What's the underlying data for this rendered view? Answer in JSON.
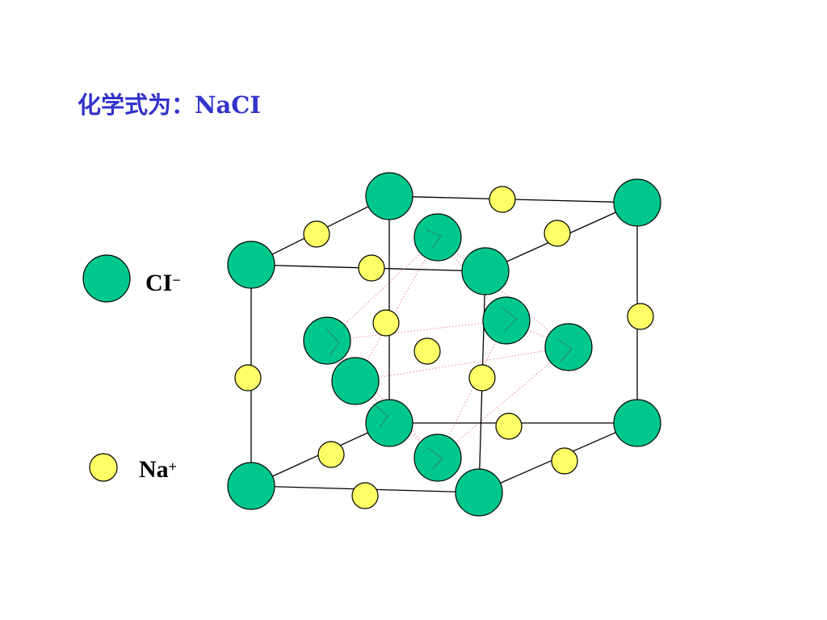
{
  "title": "化学式为：NaCI",
  "legend": {
    "cl": {
      "symbol": "CI",
      "charge": "−"
    },
    "na": {
      "symbol": "Na",
      "charge": "+"
    }
  },
  "colors": {
    "title": "#3333cc",
    "cl_ion": "#00c78c",
    "na_ion": "#ffff66",
    "edges": "#000000",
    "guides": "#e06a8c"
  }
}
